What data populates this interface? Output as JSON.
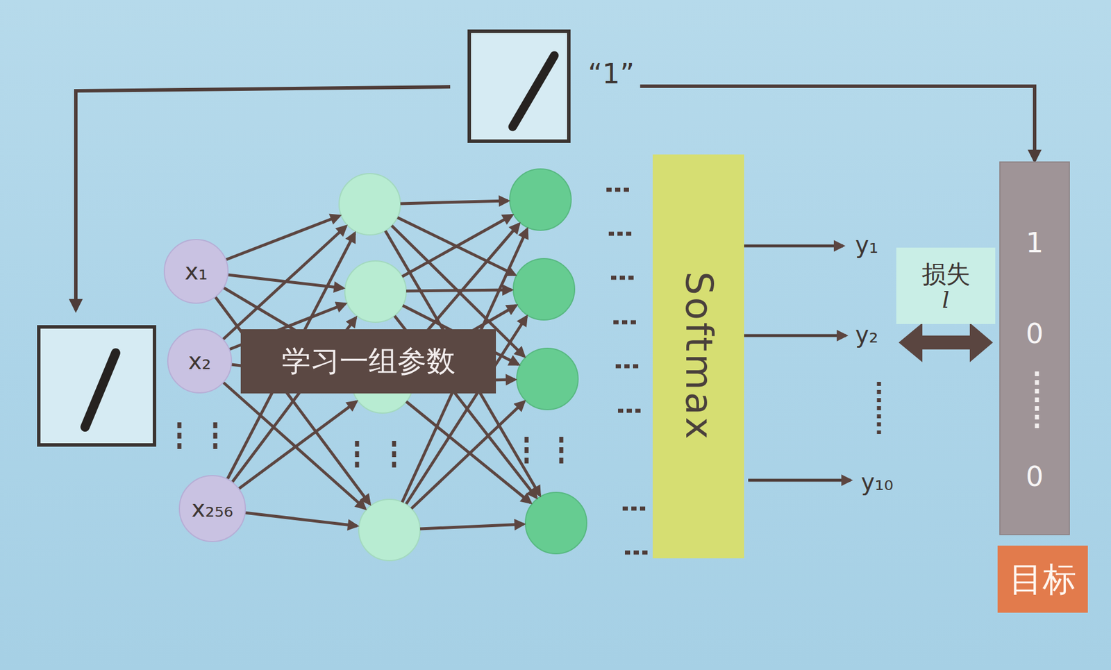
{
  "diagram": {
    "nodes": [
      {
        "text": [
          "“1”"
        ]
      },
      {
        "text": [
          "x₁"
        ]
      },
      {
        "text": [
          "x₂"
        ]
      },
      {
        "text": [
          "x₂₅₆"
        ]
      },
      {
        "text": [
          "学习一组参数"
        ]
      },
      {
        "text": [
          "Softmax"
        ]
      },
      {
        "text": [
          "损失",
          "l"
        ]
      },
      {
        "text": [
          "1",
          "0",
          "0"
        ]
      },
      {
        "text": [
          "目标"
        ]
      }
    ],
    "edges": [
      {
        "from": 0,
        "to": 7,
        "arrow": "to"
      }
    ],
    "labels": [
      "y₁",
      "y₂",
      "y₁₀"
    ]
  }
}
